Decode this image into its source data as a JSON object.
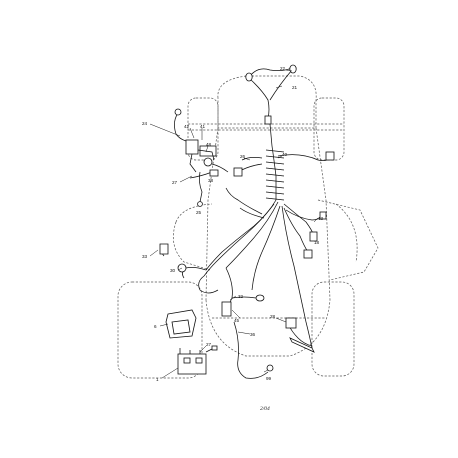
{
  "callouts": [
    {
      "id": "22",
      "text": "22"
    },
    {
      "id": "21",
      "text": "21"
    },
    {
      "id": "24",
      "text": "24"
    },
    {
      "id": "42",
      "text": "42"
    },
    {
      "id": "41",
      "text": "41"
    },
    {
      "id": "48",
      "text": "48"
    },
    {
      "id": "26",
      "text": "26"
    },
    {
      "id": "38",
      "text": "38"
    },
    {
      "id": "27a",
      "text": "27"
    },
    {
      "id": "25",
      "text": "25"
    },
    {
      "id": "40",
      "text": "40"
    },
    {
      "id": "13",
      "text": "13"
    },
    {
      "id": "18",
      "text": "18"
    },
    {
      "id": "33",
      "text": "33"
    },
    {
      "id": "30",
      "text": "30"
    },
    {
      "id": "32",
      "text": "32"
    },
    {
      "id": "6",
      "text": "6"
    },
    {
      "id": "45",
      "text": "45"
    },
    {
      "id": "28",
      "text": "28"
    },
    {
      "id": "36",
      "text": "36"
    },
    {
      "id": "27b",
      "text": "27"
    },
    {
      "id": "1",
      "text": "1"
    },
    {
      "id": "99",
      "text": "99"
    }
  ],
  "footer": {
    "code": "2/04"
  }
}
